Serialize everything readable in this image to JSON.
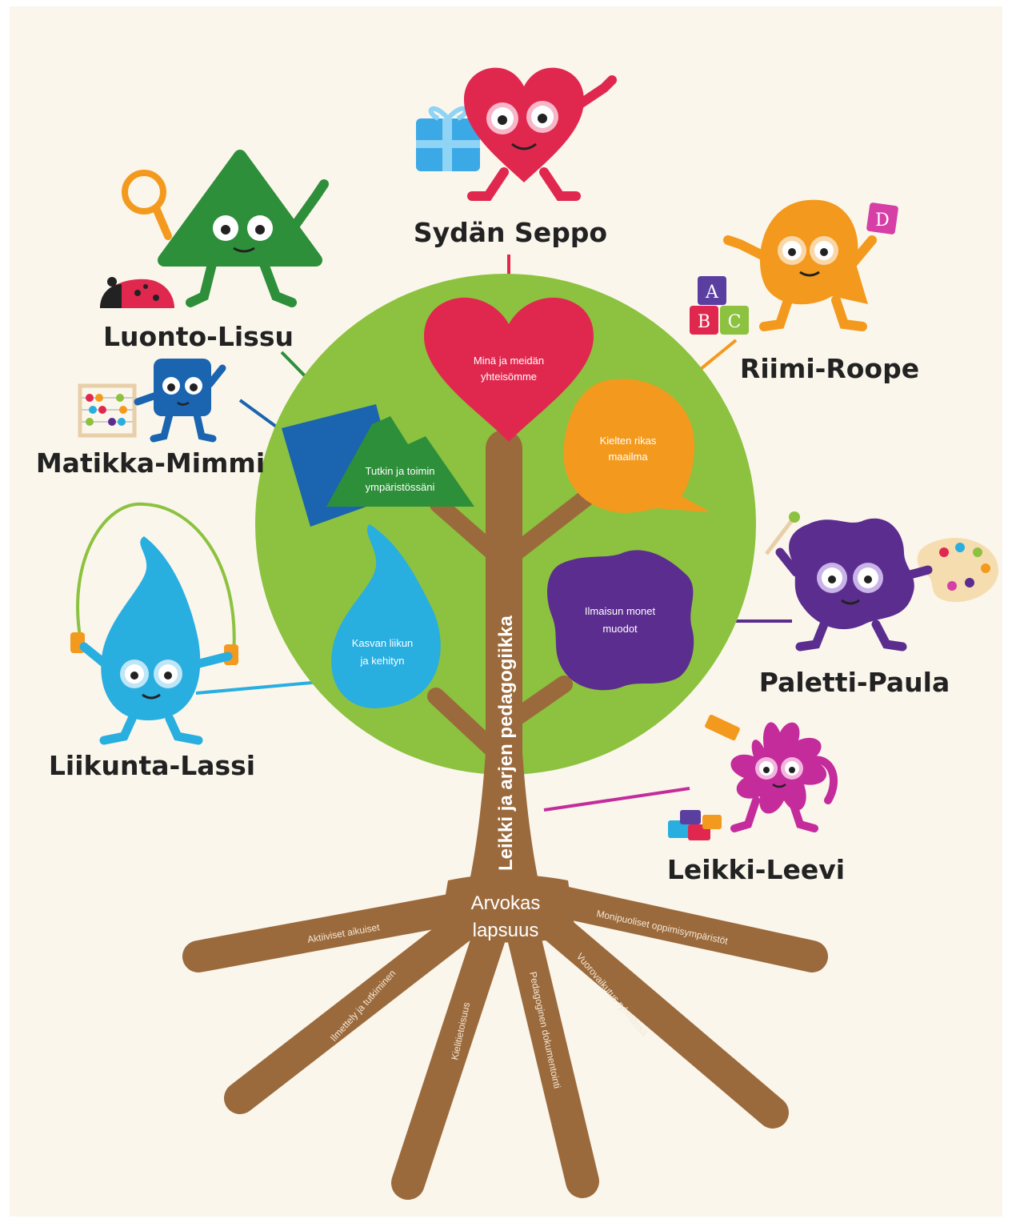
{
  "colors": {
    "background": "#faf6ec",
    "canopy": "#8cc23f",
    "trunk": "#9b6a3c",
    "heart": "#e0284f",
    "triangle": "#2e8f3a",
    "square": "#1a64b0",
    "speech_bubble": "#f39a1e",
    "drop": "#29aee0",
    "blob": "#5b2d8f",
    "star": "#c42c9b"
  },
  "trunk_label": "Leikki ja arjen pedagogiikka",
  "center_label": [
    "Arvokas",
    "lapsuus"
  ],
  "areas": {
    "heart": [
      "Minä ja meidän",
      "yhteisömme"
    ],
    "speech": [
      "Kielten rikas",
      "maailma"
    ],
    "triangle": [
      "Tutkin ja toimin",
      "ympäristössäni"
    ],
    "drop": [
      "Kasvan liikun",
      "ja kehityn"
    ],
    "blob": [
      "Ilmaisun monet",
      "muodot"
    ]
  },
  "roots": [
    "Aktiiviset aikuiset",
    "Monipuoliset oppimisympäristöt",
    "Ilmettely ja tutkiminen",
    "Kielitietoisuus",
    "Pedagoginen dokumentointi",
    "Vuorovaikutus ryhmässä"
  ],
  "characters": [
    {
      "name": "Sydän Seppo",
      "icon": "heart-character"
    },
    {
      "name": "Luonto-Lissu",
      "icon": "triangle-character"
    },
    {
      "name": "Riimi-Roope",
      "icon": "speech-bubble-character"
    },
    {
      "name": "Matikka-Mimmi",
      "icon": "square-character"
    },
    {
      "name": "Paletti-Paula",
      "icon": "blob-character"
    },
    {
      "name": "Liikunta-Lassi",
      "icon": "drop-character"
    },
    {
      "name": "Leikki-Leevi",
      "icon": "star-character"
    }
  ],
  "props": {
    "block_letters": [
      "A",
      "B",
      "C",
      "D"
    ]
  }
}
